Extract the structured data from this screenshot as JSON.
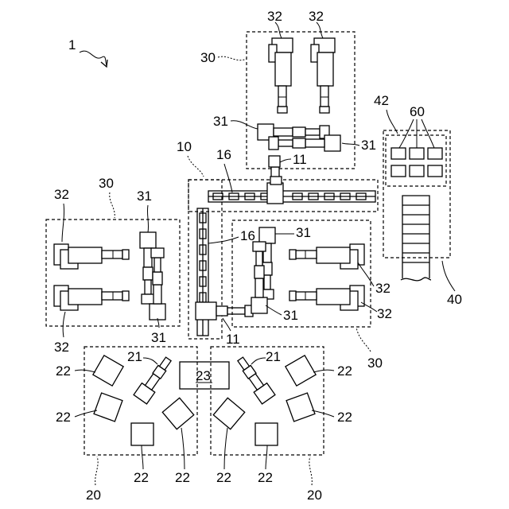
{
  "figure": {
    "system": "1",
    "transfer_unit": "10",
    "rail": "16",
    "transfer_robot": "11",
    "processing_unit": "20",
    "processing_robot": "21",
    "processing_station": "22",
    "center_device": "23",
    "storage_unit": "30",
    "storage_robot": "31",
    "storage_device": "32",
    "rack_unit": "40",
    "panel": "42",
    "cell": "60"
  }
}
